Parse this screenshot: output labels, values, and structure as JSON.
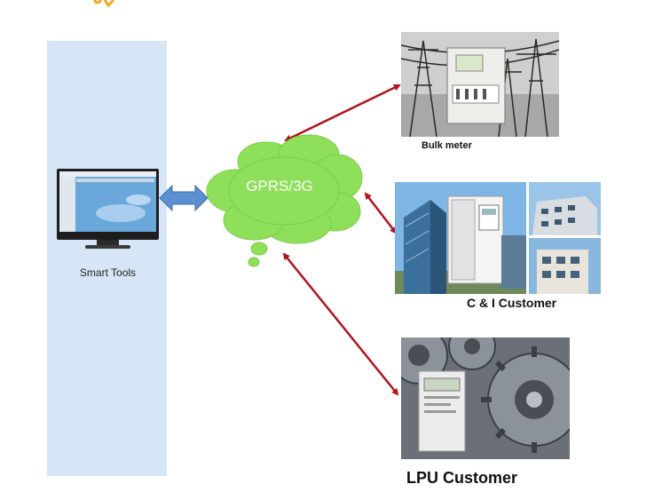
{
  "diagram": {
    "nodes": {
      "smart_tools": {
        "label": "Smart Tools",
        "icon": "desktop-monitor-icon"
      },
      "network": {
        "label": "GPRS/3G",
        "color": "#8ee05a"
      },
      "bulk_meter": {
        "label": "Bulk meter",
        "image": "substation-meter-photo"
      },
      "ci_customer": {
        "label": "C & I Customer",
        "image": "commercial-buildings-meter-photo"
      },
      "lpu_customer": {
        "label": "LPU Customer",
        "image": "gears-meter-photo"
      }
    },
    "edges": [
      {
        "from": "smart_tools",
        "to": "network",
        "style": "double-arrow-block",
        "color": "#5b8fd0"
      },
      {
        "from": "network",
        "to": "bulk_meter",
        "style": "double-arrow-line",
        "color": "#b0141c"
      },
      {
        "from": "network",
        "to": "ci_customer",
        "style": "double-arrow-line",
        "color": "#b0141c"
      },
      {
        "from": "network",
        "to": "lpu_customer",
        "style": "double-arrow-line",
        "color": "#b0141c"
      }
    ],
    "colors": {
      "panel": "#d6e6f6",
      "accent": "#f5a623"
    }
  }
}
